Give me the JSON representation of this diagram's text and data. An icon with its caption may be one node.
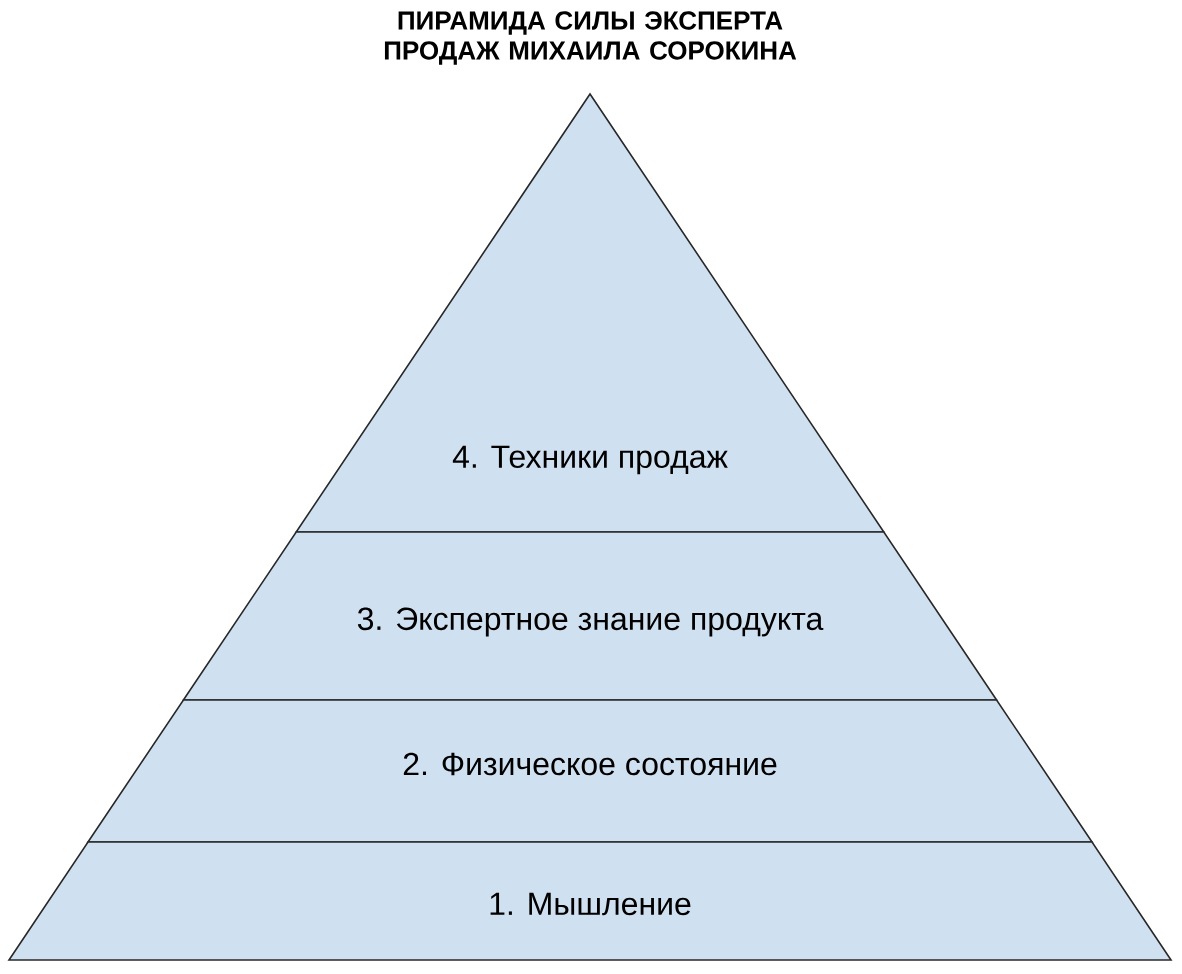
{
  "diagram": {
    "title": "ПИРАМИДА СИЛЫ ЭКСПЕРТА ПРОДАЖ МИХАИЛА СОРОКИНА",
    "nodes": [
      {
        "text": [
          "4. Техники продаж"
        ]
      },
      {
        "text": [
          "3. Экспертное знание продукта"
        ]
      },
      {
        "text": [
          "2. Физическое состояние"
        ]
      },
      {
        "text": [
          "1. Мышление"
        ]
      }
    ]
  }
}
